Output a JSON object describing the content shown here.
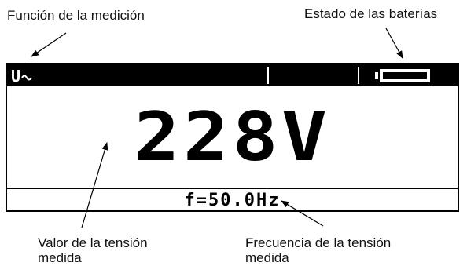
{
  "labels": {
    "function": "Función de la medición",
    "battery": "Estado de las baterías",
    "value_line1": "Valor de la tensión",
    "value_line2": "medida",
    "frequency_line1": "Frecuencia de la tensión",
    "frequency_line2": "medida"
  },
  "display": {
    "mode_letter": "U",
    "mode_icon": "ac-voltage-icon",
    "reading": "228V",
    "frequency": "f=50.0Hz",
    "battery_icon": "battery-full-icon"
  },
  "colors": {
    "lcd_bar": "#000000",
    "lcd_background": "#ffffff",
    "text": "#000000"
  }
}
